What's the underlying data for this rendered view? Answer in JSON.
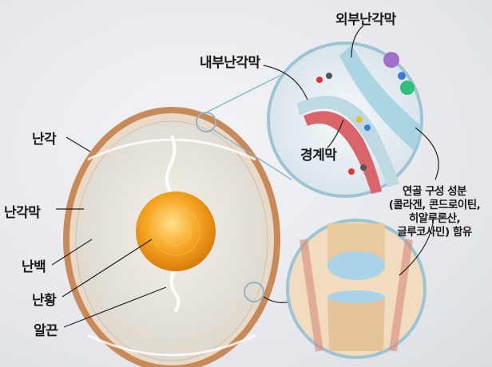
{
  "labels": {
    "shell": "난각",
    "shell_membrane": "난각막",
    "albumen": "난백",
    "yolk": "난황",
    "chalaza": "알끈",
    "outer_membrane": "외부난각막",
    "inner_membrane": "내부난각막",
    "limiting_membrane": "경계막"
  },
  "note": {
    "lines": [
      "연골 구성 성분",
      "(콜라겐, 콘드로이틴,",
      "히알루론산,",
      "글루코사민) 함유"
    ]
  },
  "colors": {
    "shell": "#c98a5a",
    "yolk": "#f2a21e",
    "membrane": "#8fc6d6"
  }
}
